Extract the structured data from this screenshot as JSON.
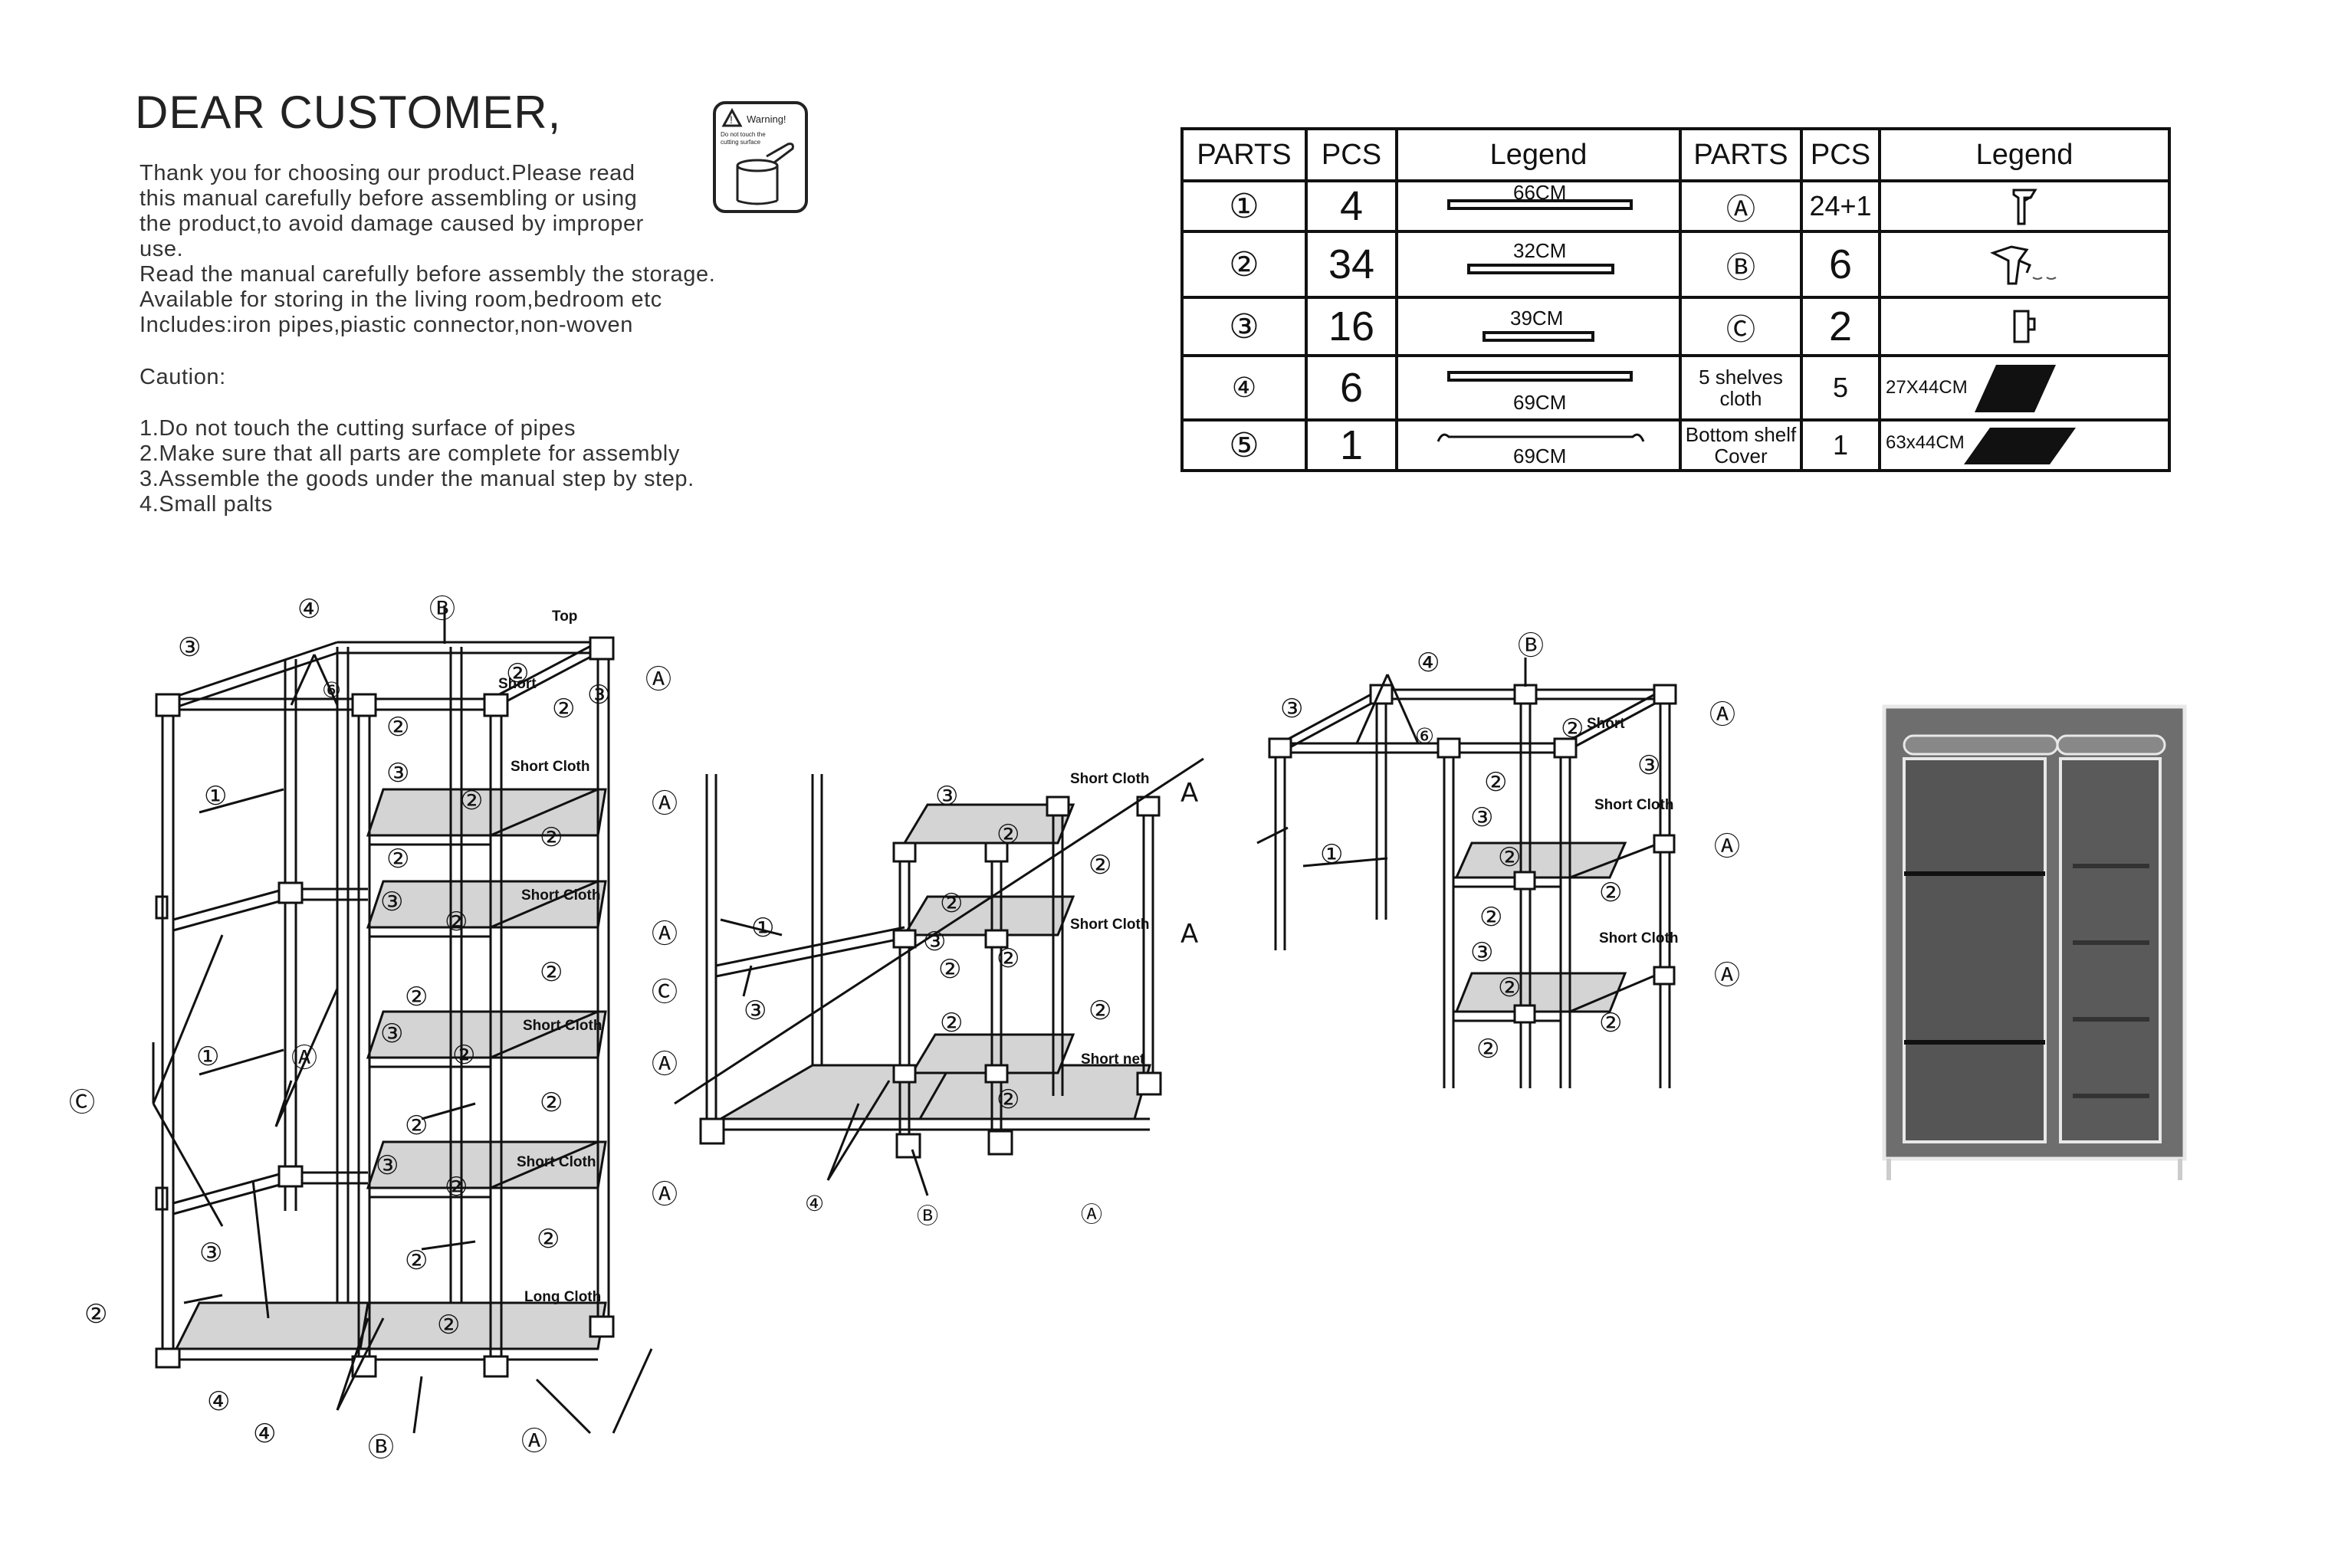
{
  "intro": {
    "title": "DEAR CUSTOMER,",
    "lines": [
      "Thank you for choosing our product.Please read",
      "this manual carefully before assembling or using",
      "the product,to avoid damage caused by improper",
      "use.",
      "Read the manual carefully before assembly the storage.",
      "Available for storing in the living room,bedroom etc",
      "Includes:iron pipes,piastic connector,non-woven"
    ],
    "caution_label": "Caution:",
    "caution_items": [
      "1.Do not touch the cutting surface of pipes",
      "2.Make sure that all parts are complete for assembly",
      "3.Assemble the goods under the manual step by step.",
      "4.Small palts"
    ]
  },
  "warning_icon": {
    "title": "Warning!",
    "text_line1": "Do not touch the",
    "text_line2": "cutting surface"
  },
  "parts_table": {
    "headers": [
      "PARTS",
      "PCS",
      "Legend",
      "PARTS",
      "PCS",
      "Legend"
    ],
    "rows": [
      {
        "part_left": "①",
        "pcs_left": "4",
        "legend_left": "66CM",
        "part_right": "Ⓐ",
        "pcs_right": "24+1",
        "legend_right_icon": "a-connector-icon"
      },
      {
        "part_left": "②",
        "pcs_left": "34",
        "legend_left": "32CM",
        "part_right": "Ⓑ",
        "pcs_right": "6",
        "legend_right_icon": "b-connector-icon"
      },
      {
        "part_left": "③",
        "pcs_left": "16",
        "legend_left": "39CM",
        "part_right": "Ⓒ",
        "pcs_right": "2",
        "legend_right_icon": "c-connector-icon"
      },
      {
        "part_left": "④",
        "pcs_left": "6",
        "legend_left": "69CM",
        "part_right": "5 shelves cloth",
        "pcs_right": "5",
        "legend_right": "27X44CM"
      },
      {
        "part_left": "⑤",
        "pcs_left": "1",
        "legend_left": "69CM",
        "part_right": "Bottom shelf Cover",
        "pcs_right": "1",
        "legend_right": "63x44CM"
      }
    ]
  },
  "diagram_labels": {
    "top": "Top",
    "short": "Short",
    "short_cloth": "Short Cloth",
    "short_net": "Short net",
    "long_cloth": "Long Cloth",
    "A": "A",
    "n1": "①",
    "n2": "②",
    "n3": "③",
    "n4": "④",
    "n6": "⑥",
    "cA": "Ⓐ",
    "cB": "Ⓑ",
    "cC": "Ⓒ"
  },
  "colors": {
    "ink": "#111111",
    "shelf_fill": "#d4d4d4",
    "wardrobe_body": "#6e6e6e",
    "wardrobe_trim": "#e8e8e8"
  }
}
